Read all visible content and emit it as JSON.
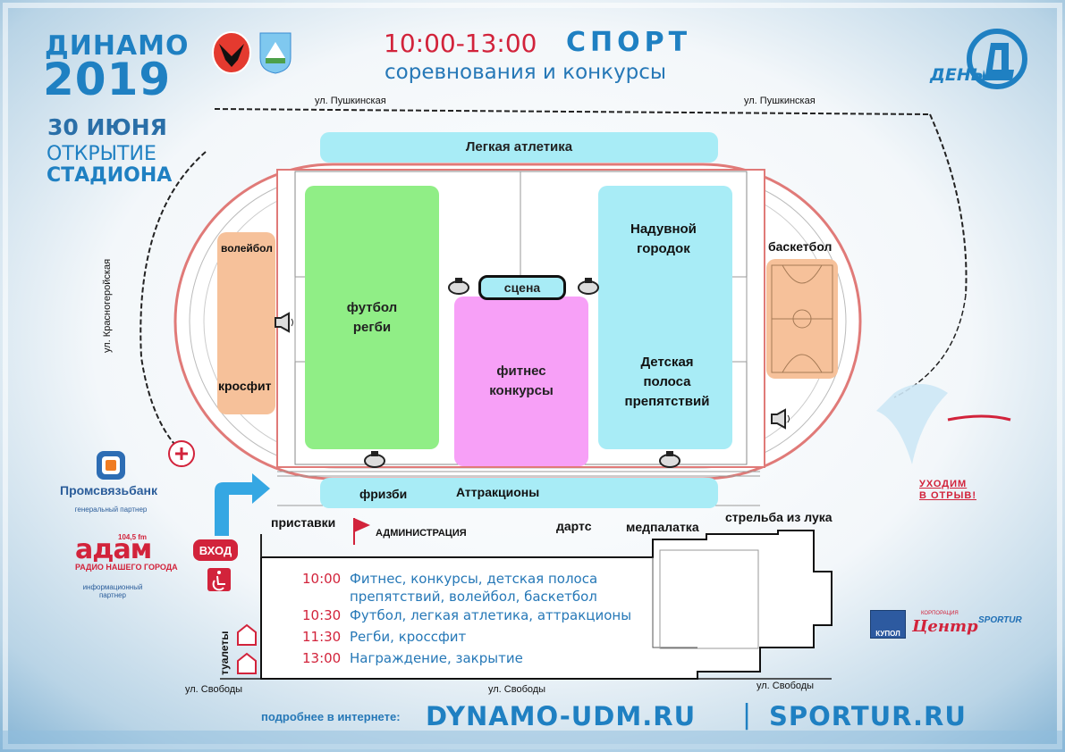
{
  "header": {
    "left_title": "ДИНАМО",
    "left_year": "2019",
    "date": "30 ИЮНЯ",
    "opening_line1": "ОТКРЫТИЕ",
    "opening_line2": "СТАДИОНА",
    "time_range": "10:00-13:00",
    "sport_word": "СПОРТ",
    "subtitle": "соревнования и конкурсы",
    "logo_text": "ДЕНЬ"
  },
  "map": {
    "zones": {
      "athletics": "Легкая атлетика",
      "volleyball": "волейбол",
      "crossfit": "кросфит",
      "football": "футбол\nрегби",
      "fitness": "фитнес\nконкурсы",
      "kids_town": "Надувной\nгородок",
      "kids_obstacle": "Детская\nполоса\nпрепятствий",
      "basketball": "баскетбол",
      "stage": "сцена",
      "frisbee": "фризби",
      "attractions": "Аттракционы"
    },
    "places": {
      "consoles": "приставки",
      "administration": "АДМИНИСТРАЦИЯ",
      "darts": "дартс",
      "medical_tent": "медпалатка",
      "archery": "стрельба из лука",
      "entrance": "ВХОД",
      "toilets": "туалеты"
    },
    "streets": {
      "pushkinskaya_left": "ул. Пушкинская",
      "pushkinskaya_right": "ул. Пушкинская",
      "krasnogeroyskaya": "ул. Красногеройская",
      "svobody_left": "ул. Свободы",
      "svobody_center": "ул. Свободы",
      "svobody_right": "ул. Свободы"
    }
  },
  "schedule": [
    {
      "time": "10:00",
      "text": "Фитнес, конкурсы, детская полоса\nпрепятствий, волейбол, баскетбол"
    },
    {
      "time": "10:30",
      "text": "Футбол, легкая атлетика, аттракционы"
    },
    {
      "time": "11:30",
      "text": "Регби, кроссфит"
    },
    {
      "time": "13:00",
      "text": "Награждение, закрытие"
    }
  ],
  "partners": {
    "bank_name": "Промсвязьбанк",
    "bank_caption": "генеральный партнер",
    "radio_name": "адам",
    "radio_freq": "104,5 fm",
    "radio_tagline": "РАДИО НАШЕГО ГОРОДА",
    "radio_caption": "информационный\nпартнер",
    "kupol": "КУПОЛ",
    "center": "Центр",
    "center_small": "КОРПОРАЦИЯ",
    "sportur": "SPORTUR"
  },
  "slogan": {
    "line1": "УХОДИМ",
    "line2": "В ОТРЫВ!"
  },
  "footer": {
    "more_label": "подробнее в интернете:",
    "site1": "DYNAMO-UDM.RU",
    "separator": "|",
    "site2": "SPORTUR.RU"
  },
  "colors": {
    "blue": "#1f80c2",
    "red": "#d2233b",
    "light_blue_zone": "#a8ecf6",
    "green_zone": "#90ee86",
    "pink_zone": "#f7a0f7",
    "orange_zone": "#f6c19a",
    "track_red": "#e07a78"
  }
}
